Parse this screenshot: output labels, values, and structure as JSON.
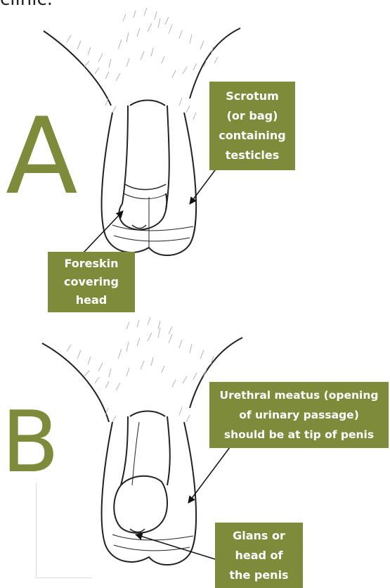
{
  "header_fragment": "clinic.",
  "panel_a": {
    "letter": "A",
    "scrotum_label": [
      "Scrotum",
      "(or bag)",
      "containing",
      "testicles"
    ],
    "foreskin_label": [
      "Foreskin",
      "covering",
      "head"
    ]
  },
  "panel_b": {
    "letter": "B",
    "meatus_label": [
      "Urethral meatus (opening",
      "of urinary passage)",
      "should be at tip of penis"
    ],
    "glans_label": [
      "Glans or",
      "head of",
      "the penis"
    ]
  },
  "colors": {
    "label_background": "#7e8b3a",
    "label_text": "#ffffff",
    "letter": "#7e8b3a"
  }
}
